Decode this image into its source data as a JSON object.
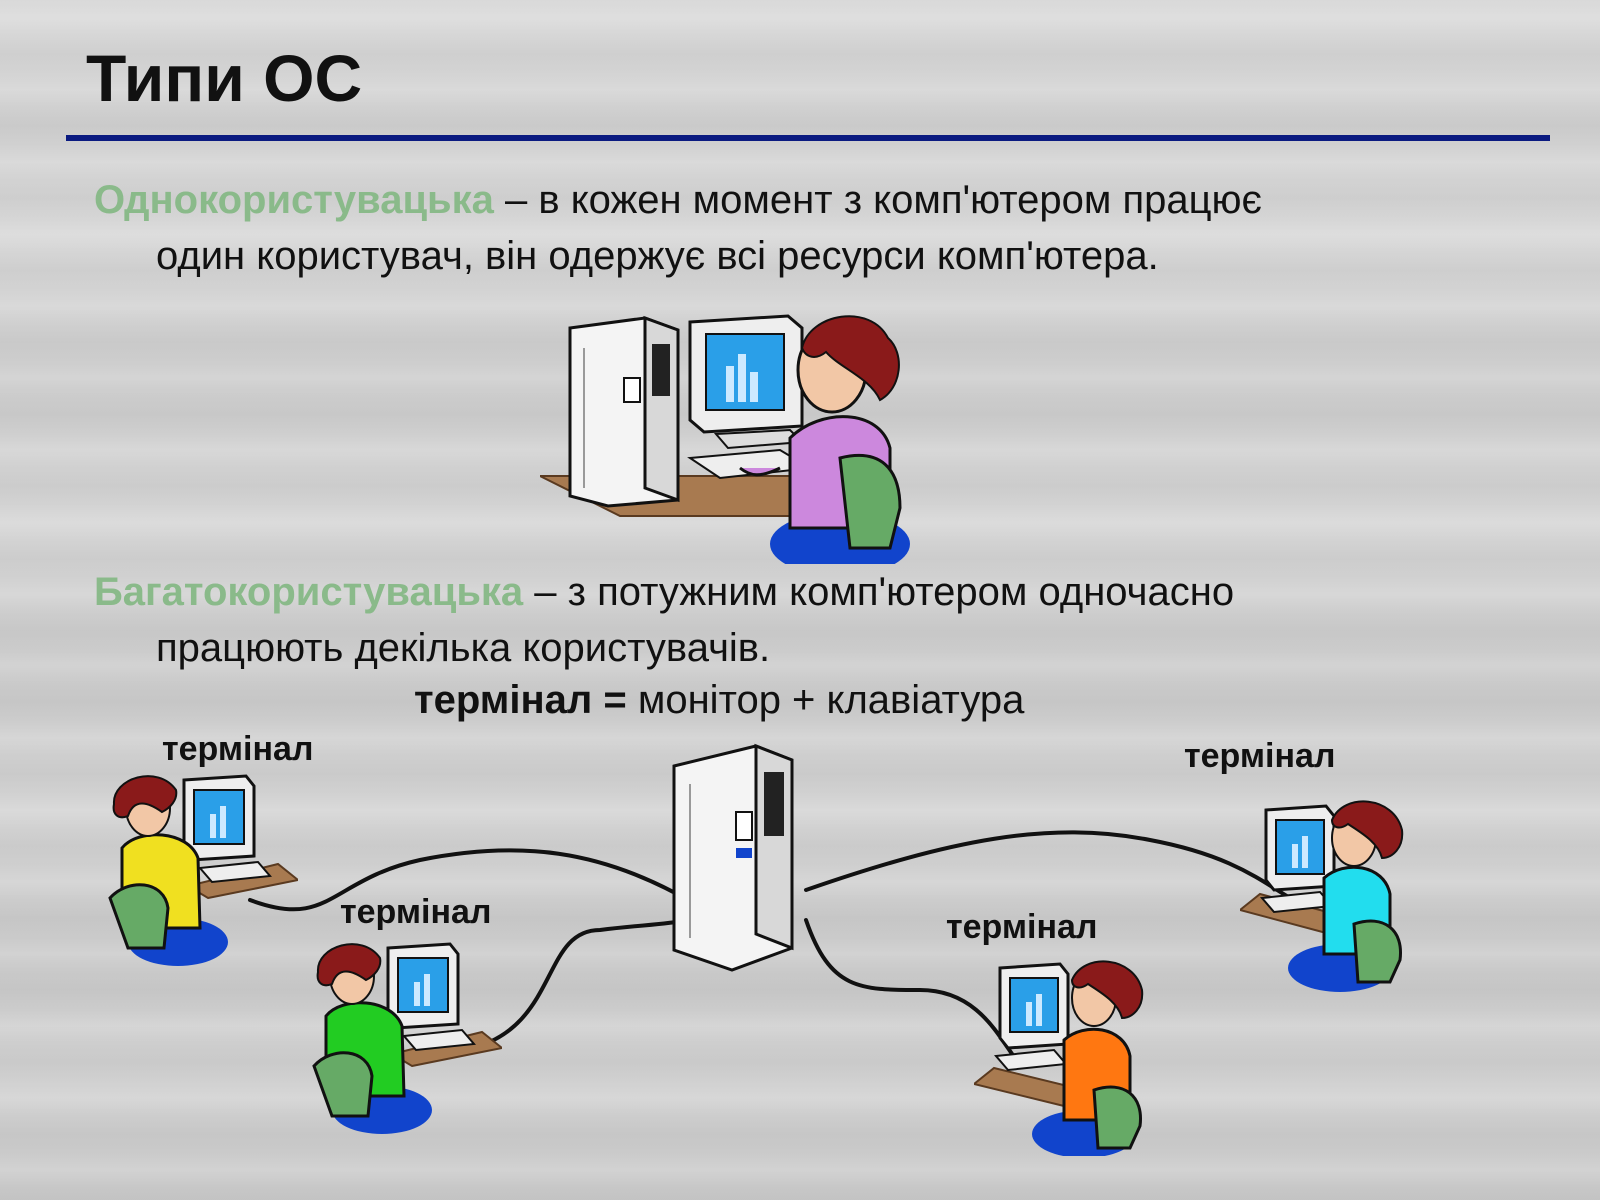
{
  "slide": {
    "title": "Типи ОС",
    "single_user": {
      "term": "Однокористувацька",
      "line1_rest": " – в кожен момент з комп'ютером працює",
      "line2": "один користувач, він одержує всі ресурси комп'ютера."
    },
    "multi_user": {
      "term": "Багатокористувацька",
      "line1_rest": " – з потужним комп'ютером одночасно",
      "line2": "працюють декілька користувачів."
    },
    "terminal_definition": {
      "term": "термінал =",
      "rest": " монітор + клавіатура"
    },
    "terminal_labels": [
      "термінал",
      "термінал",
      "термінал",
      "термінал"
    ],
    "person_colors": {
      "single": "#cc88dd",
      "terminal_1": "#f0e020",
      "terminal_2": "#22cc22",
      "terminal_3": "#ff7711",
      "terminal_4": "#22ddee"
    }
  }
}
